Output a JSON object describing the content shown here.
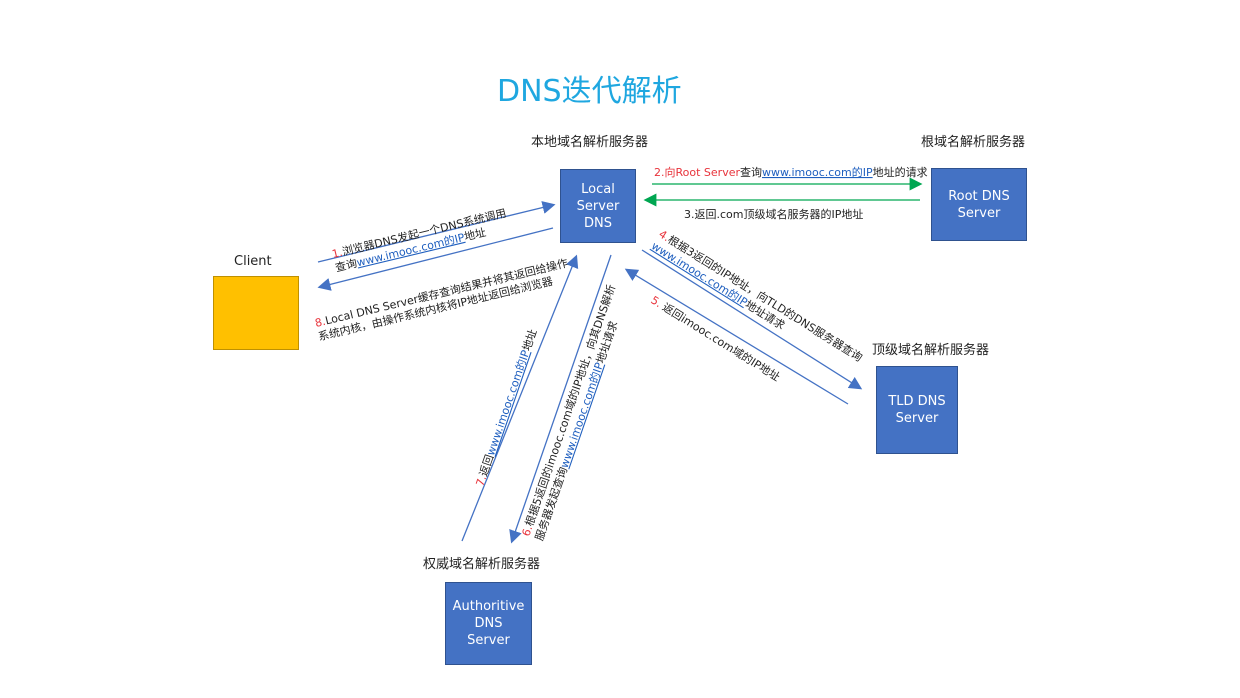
{
  "title": "DNS迭代解析",
  "nodes": {
    "client": {
      "label": "Client",
      "color": "#FFC000"
    },
    "local": {
      "heading": "本地域名解析服务器",
      "text": "Local\nServer\nDNS",
      "color": "#4472C4"
    },
    "root": {
      "heading": "根域名解析服务器",
      "text": "Root DNS\nServer",
      "color": "#4472C4"
    },
    "tld": {
      "heading": "顶级域名解析服务器",
      "text": "TLD DNS\nServer",
      "color": "#4472C4"
    },
    "auth": {
      "heading": "权威域名解析服务器",
      "text": "Authoritive\nDNS\nServer",
      "color": "#4472C4"
    }
  },
  "steps": {
    "s1": {
      "num": "1.",
      "line1": "浏览器DNS发起一个DNS系统调用",
      "line2a": "查询",
      "link": "www.imooc.com的IP",
      "line2b": "地址"
    },
    "s2": {
      "num": "2.",
      "red": "向Root Server",
      "mid": "查询",
      "link": "www.imooc.com的IP",
      "tail": "地址的请求"
    },
    "s3": {
      "text": "3.返回.com顶级域名服务器的IP地址"
    },
    "s4": {
      "num": "4.",
      "line1": "根据3返回的IP地址，向TLD的DNS服务器查询",
      "link": "www.imooc.com的IP",
      "line2b": "地址请求"
    },
    "s5": {
      "num": "5.",
      "text": "返回imooc.com域的IP地址"
    },
    "s6": {
      "num": "6.",
      "line1": "根据5返回的imooc.com域的IP地址，向其DNS解析",
      "line2a": "服务器发起查询",
      "link": "www.imooc.com的IP",
      "line2b": "地址请求"
    },
    "s7": {
      "num": "7.",
      "text": "返回",
      "link": "www.imooc.com的IP",
      "tail": "地址"
    },
    "s8": {
      "num": "8.",
      "line1": "Local DNS Server缓存查询结果并将其返回给操作",
      "line2": "系统内核，由操作系统内核将IP地址返回给浏览器"
    }
  },
  "colors": {
    "blue_arrow": "#4472C4",
    "green_arrow": "#00A651",
    "red_text": "#E8333B",
    "link": "#1F5FBF",
    "title": "#1FA7E0"
  }
}
